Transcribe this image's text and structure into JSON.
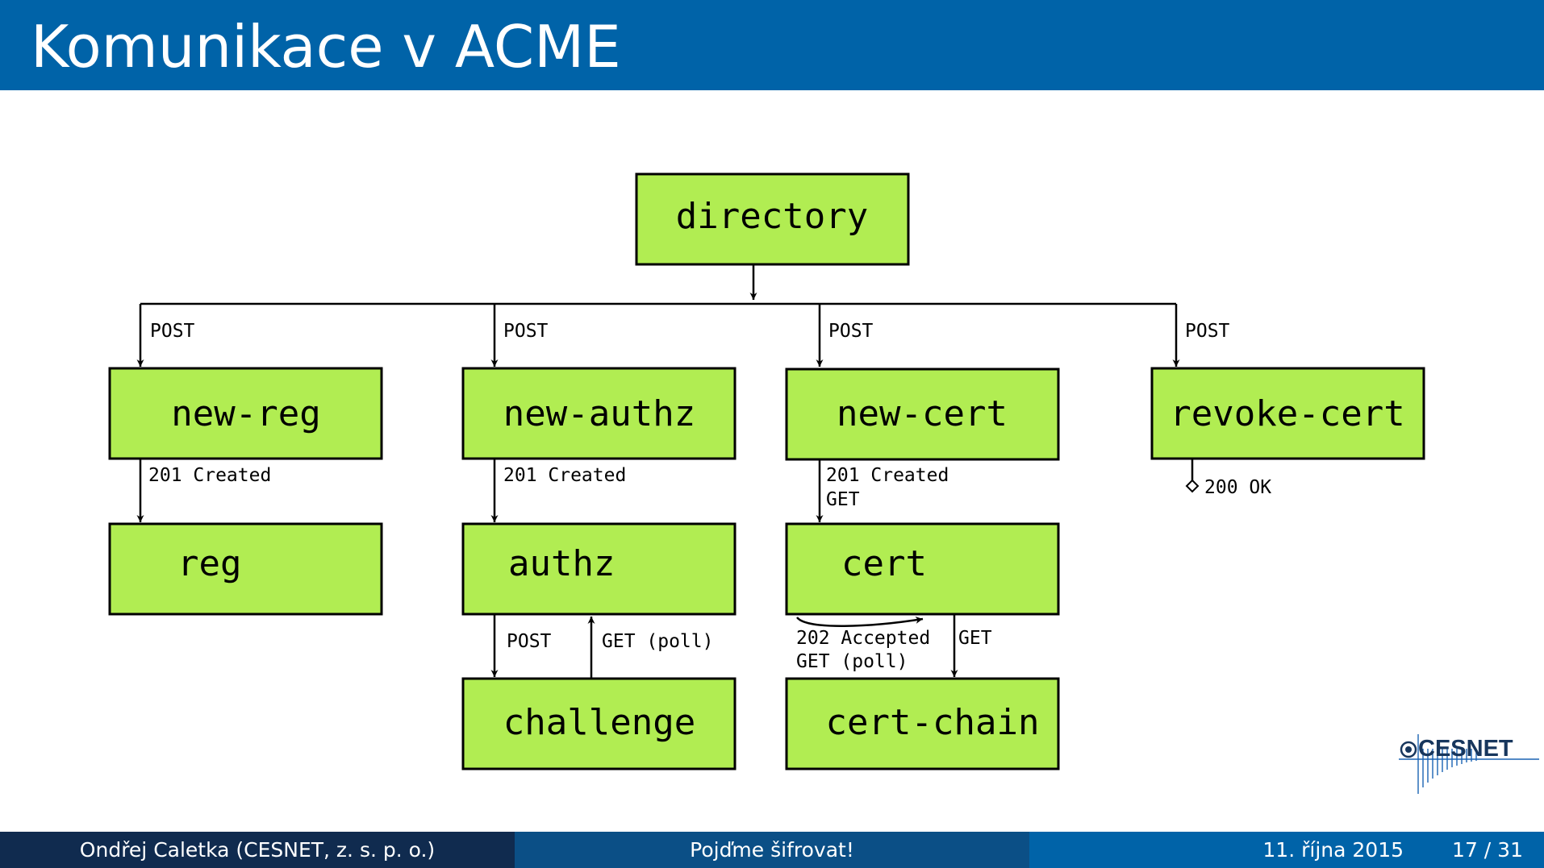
{
  "header": {
    "title": "Komunikace v ACME"
  },
  "diagram": {
    "nodes": {
      "directory": "directory",
      "new_reg": "new-reg",
      "new_authz": "new-authz",
      "new_cert": "new-cert",
      "revoke_cert": "revoke-cert",
      "reg": "reg",
      "authz": "authz",
      "cert": "cert",
      "challenge": "challenge",
      "cert_chain": "cert-chain"
    },
    "edges": {
      "post_new_reg": "POST",
      "post_new_authz": "POST",
      "post_new_cert": "POST",
      "post_revoke_cert": "POST",
      "new_reg_created": "201 Created",
      "new_authz_created": "201 Created",
      "new_cert_created": "201 Created",
      "new_cert_get": "GET",
      "revoke_ok": "200 OK",
      "authz_post": "POST",
      "authz_get_poll": "GET (poll)",
      "cert_accepted": "202 Accepted",
      "cert_get_poll": "GET (poll)",
      "cert_get": "GET"
    },
    "colors": {
      "node_fill": "#b1ed52",
      "stroke": "#000000"
    }
  },
  "footer": {
    "author": "Ondřej Caletka  (CESNET, z. s. p. o.)",
    "talk_title": "Pojďme šifrovat!",
    "date": "11. října 2015",
    "page": "17 / 31"
  },
  "logo": {
    "text": "CESNET"
  },
  "colors": {
    "header": "#0063a8",
    "footer_left": "#102b4f",
    "footer_mid": "#0b4f86",
    "footer_right": "#0063a8"
  }
}
